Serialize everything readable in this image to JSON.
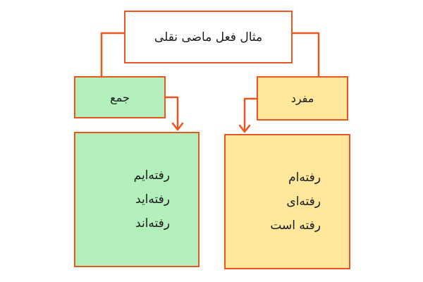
{
  "diagram": {
    "title": "مثال فعل ماضی نقلی",
    "plural": {
      "label": "جمع",
      "items": [
        "رفته‌ایم",
        "رفته‌اید",
        "رفته‌اند"
      ]
    },
    "singular": {
      "label": "مفرد",
      "items": [
        "رفته‌ام",
        "رفته‌ای",
        "رفته است"
      ]
    }
  },
  "colors": {
    "border": "#E8571D",
    "plural_fill": "#B2EFBB",
    "singular_fill": "#FFE89C",
    "title_fill": "#FFFFFF"
  }
}
